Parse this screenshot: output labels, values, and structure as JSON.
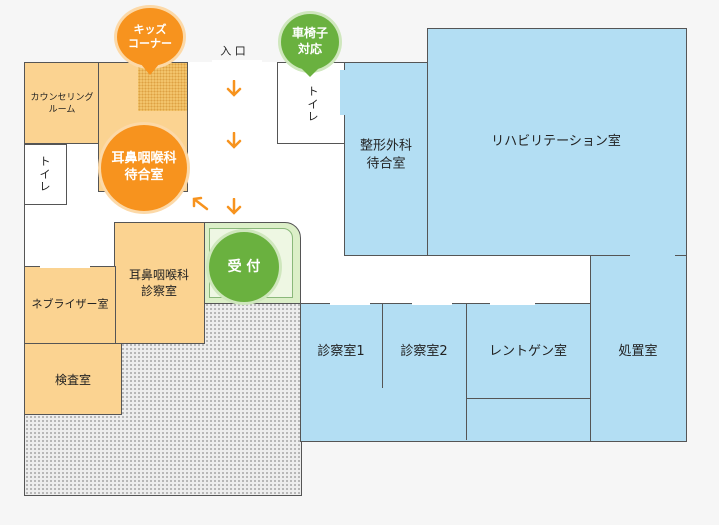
{
  "colors": {
    "orange_zone": "#fbd391",
    "blue_zone": "#b3def3",
    "green_badge": "#6ab13f",
    "orange_badge": "#f7931e",
    "arrow": "#f7931e"
  },
  "badges": {
    "kids": "キッズ\nコーナー",
    "wheelchair": "車椅子\n対応",
    "ent_waiting": "耳鼻咽喉科\n待合室",
    "reception": "受 付"
  },
  "labels": {
    "entrance": "入 口",
    "counseling": "カウンセリング\nルーム",
    "toilet_left": "ト\nイ\nレ",
    "toilet_center": "ト\nイ\nレ",
    "ent_exam": "耳鼻咽喉科\n診察室",
    "nebulizer": "ネブライザー室",
    "inspection": "検査室",
    "ortho_waiting": "整形外科\n待合室",
    "rehab": "リハビリテーション室",
    "exam1": "診察室1",
    "exam2": "診察室2",
    "xray": "レントゲン室",
    "treatment": "処置室"
  },
  "icons": {
    "walk_arrow": "arrow-down-icon",
    "diag_arrow": "arrow-up-left-icon"
  }
}
